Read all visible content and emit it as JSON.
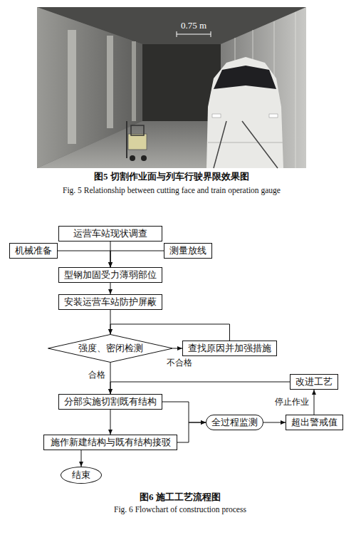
{
  "diagram": {
    "nodes": [
      {
        "text": [
          "运营车站现状调查"
        ]
      },
      {
        "text": [
          "机械准备"
        ]
      },
      {
        "text": [
          "测量放线"
        ]
      },
      {
        "text": [
          "型钢加固受力薄弱部位"
        ]
      },
      {
        "text": [
          "安装运营车站防护屏蔽"
        ]
      },
      {
        "text": [
          "强度、密闭检测"
        ]
      },
      {
        "text": [
          "查找原因并加强措施"
        ]
      },
      {
        "text": [
          "改进工艺"
        ]
      },
      {
        "text": [
          "分部实施切割既有结构"
        ]
      },
      {
        "text": [
          "全过程监测"
        ]
      },
      {
        "text": [
          "超出警戒值"
        ]
      },
      {
        "text": [
          "施作新建结构与既有结构接驳"
        ]
      },
      {
        "text": [
          "结束"
        ]
      }
    ],
    "edges": [
      {
        "from": 0,
        "to": 3,
        "arrow": "to"
      },
      {
        "from": 1,
        "to": 3,
        "arrow": "to"
      },
      {
        "from": 2,
        "to": 3,
        "arrow": "to"
      },
      {
        "from": 3,
        "to": 4,
        "arrow": "to"
      },
      {
        "from": 4,
        "to": 5,
        "arrow": "to"
      },
      {
        "from": 5,
        "to": 6,
        "label": "不合格",
        "arrow": "to"
      },
      {
        "from": 6,
        "to": 5,
        "arrow": "to"
      },
      {
        "from": 5,
        "to": 8,
        "label": "合格",
        "arrow": "to"
      },
      {
        "from": 7,
        "to": 8,
        "arrow": "to"
      },
      {
        "from": 8,
        "to": 11,
        "arrow": "to"
      },
      {
        "from": 8,
        "to": 9,
        "arrow": "to"
      },
      {
        "from": 11,
        "to": 9,
        "arrow": "to"
      },
      {
        "from": 9,
        "to": 10,
        "arrow": "to"
      },
      {
        "from": 10,
        "to": 7,
        "label": "停止作业",
        "arrow": "to"
      },
      {
        "from": 11,
        "to": 12,
        "arrow": "to"
      }
    ],
    "labels": [
      "0.75 m",
      "图5 切割作业面与列车行驶界限效果图",
      "Fig. 5 Relationship between cutting face and train operation gauge",
      "图6 施工工艺流程图",
      "Fig. 6 Flowchart of construction process"
    ]
  }
}
